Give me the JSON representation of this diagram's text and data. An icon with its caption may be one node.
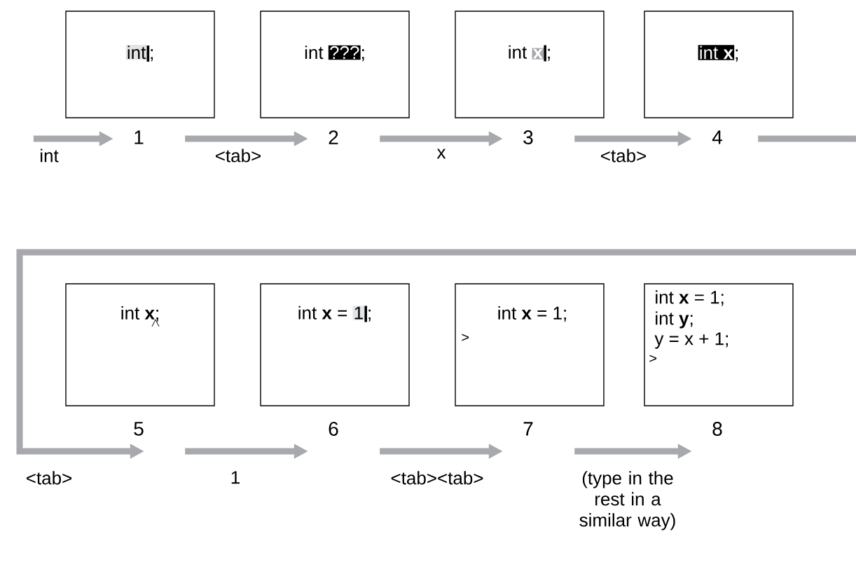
{
  "diagram": {
    "nodes": [
      {
        "text": [
          "int",
          ";"
        ],
        "beside": [
          "1"
        ]
      },
      {
        "text": [
          "int",
          "???",
          ";"
        ],
        "beside": [
          "2"
        ]
      },
      {
        "text": [
          "int",
          "x",
          ";"
        ],
        "beside": [
          "3"
        ]
      },
      {
        "text": [
          "int **x**",
          ";"
        ],
        "beside": [
          "4"
        ]
      },
      {
        "text": [
          "int **x**",
          ";"
        ],
        "beside": [
          "5"
        ]
      },
      {
        "text": [
          "int **x** =",
          "1",
          ";"
        ],
        "beside": [
          "6"
        ]
      },
      {
        "text": [
          "int **x** = 1;",
          ">"
        ],
        "beside": [
          "7"
        ]
      },
      {
        "text": [
          "int **x** = 1;",
          "int **y**;",
          "y = x + 1;",
          ">"
        ],
        "beside": [
          "8"
        ]
      }
    ],
    "edges": [
      {
        "from": null,
        "to": 0,
        "arrow": "to",
        "label": "int"
      },
      {
        "from": 0,
        "to": 1,
        "arrow": "to",
        "label": "<tab>"
      },
      {
        "from": 1,
        "to": 2,
        "arrow": "to",
        "label": "x"
      },
      {
        "from": 2,
        "to": 3,
        "arrow": "to",
        "label": "<tab>"
      },
      {
        "from": 3,
        "to": 4,
        "arrow": "to",
        "label": "<tab>"
      },
      {
        "from": 4,
        "to": 5,
        "arrow": "to",
        "label": "1"
      },
      {
        "from": 5,
        "to": 6,
        "arrow": "to",
        "label": "<tab><tab>"
      },
      {
        "from": 6,
        "to": 7,
        "arrow": "to",
        "label": "(type in the rest in a similar way)"
      }
    ]
  }
}
